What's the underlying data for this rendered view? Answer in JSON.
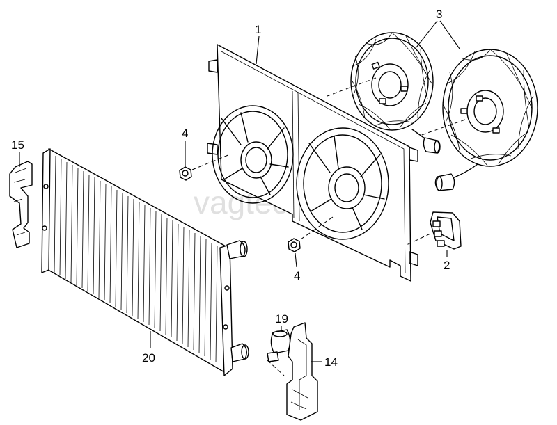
{
  "watermark": "vagtec.ru",
  "callouts": {
    "c1": "1",
    "c2": "2",
    "c3": "3",
    "c4a": "4",
    "c4b": "4",
    "c14": "14",
    "c15": "15",
    "c19": "19",
    "c20": "20"
  }
}
